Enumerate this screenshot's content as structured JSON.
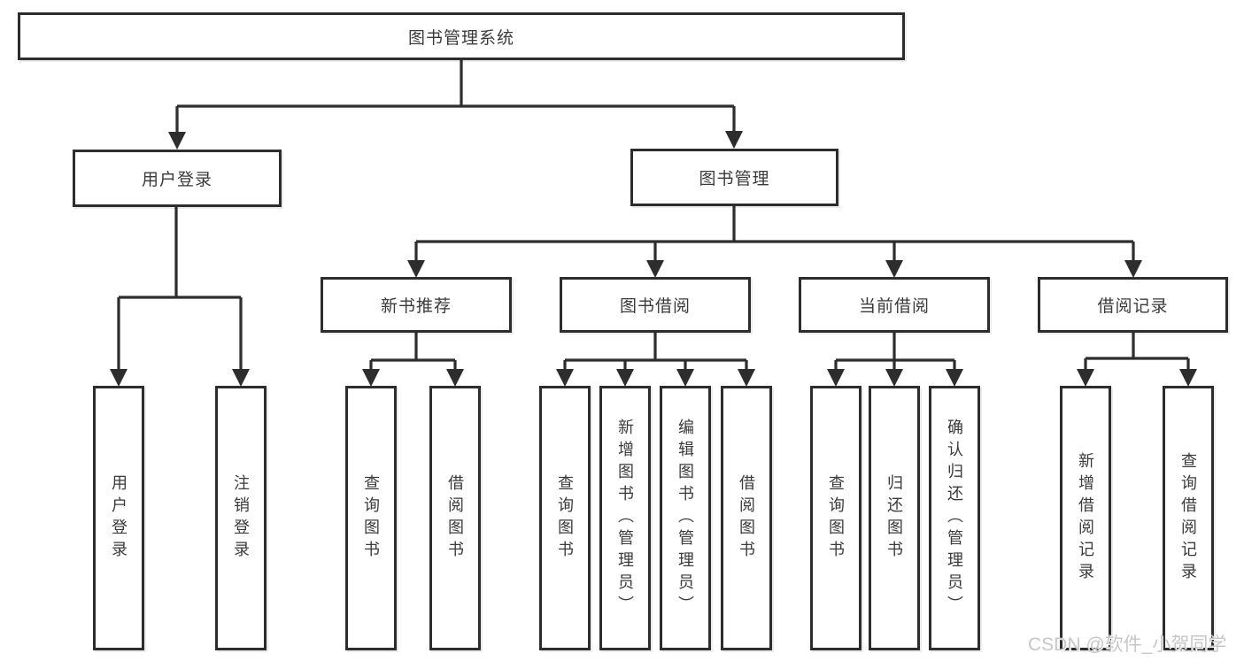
{
  "diagram": {
    "title": "图书管理系统",
    "type": "functional-structure-tree",
    "colors": {
      "line": "#2d2d2d",
      "border": "#2d2d2d",
      "text": "#3a3a3a",
      "background": "#ffffff",
      "watermark": "#c7c7c7"
    },
    "tree": {
      "label": "图书管理系统",
      "children": [
        {
          "label": "用户登录",
          "children": [
            {
              "label": "用户登录"
            },
            {
              "label": "注销登录"
            }
          ]
        },
        {
          "label": "图书管理",
          "children": [
            {
              "label": "新书推荐",
              "children": [
                {
                  "label": "查询图书"
                },
                {
                  "label": "借阅图书"
                }
              ]
            },
            {
              "label": "图书借阅",
              "children": [
                {
                  "label": "查询图书"
                },
                {
                  "label": "新增图书（管理员）"
                },
                {
                  "label": "编辑图书（管理员）"
                },
                {
                  "label": "借阅图书"
                }
              ]
            },
            {
              "label": "当前借阅",
              "children": [
                {
                  "label": "查询图书"
                },
                {
                  "label": "归还图书"
                },
                {
                  "label": "确认归还（管理员）"
                }
              ]
            },
            {
              "label": "借阅记录",
              "children": [
                {
                  "label": "新增借阅记录"
                },
                {
                  "label": "查询借阅记录"
                }
              ]
            }
          ]
        }
      ]
    },
    "watermark": "CSDN @软件_小贺同学"
  }
}
